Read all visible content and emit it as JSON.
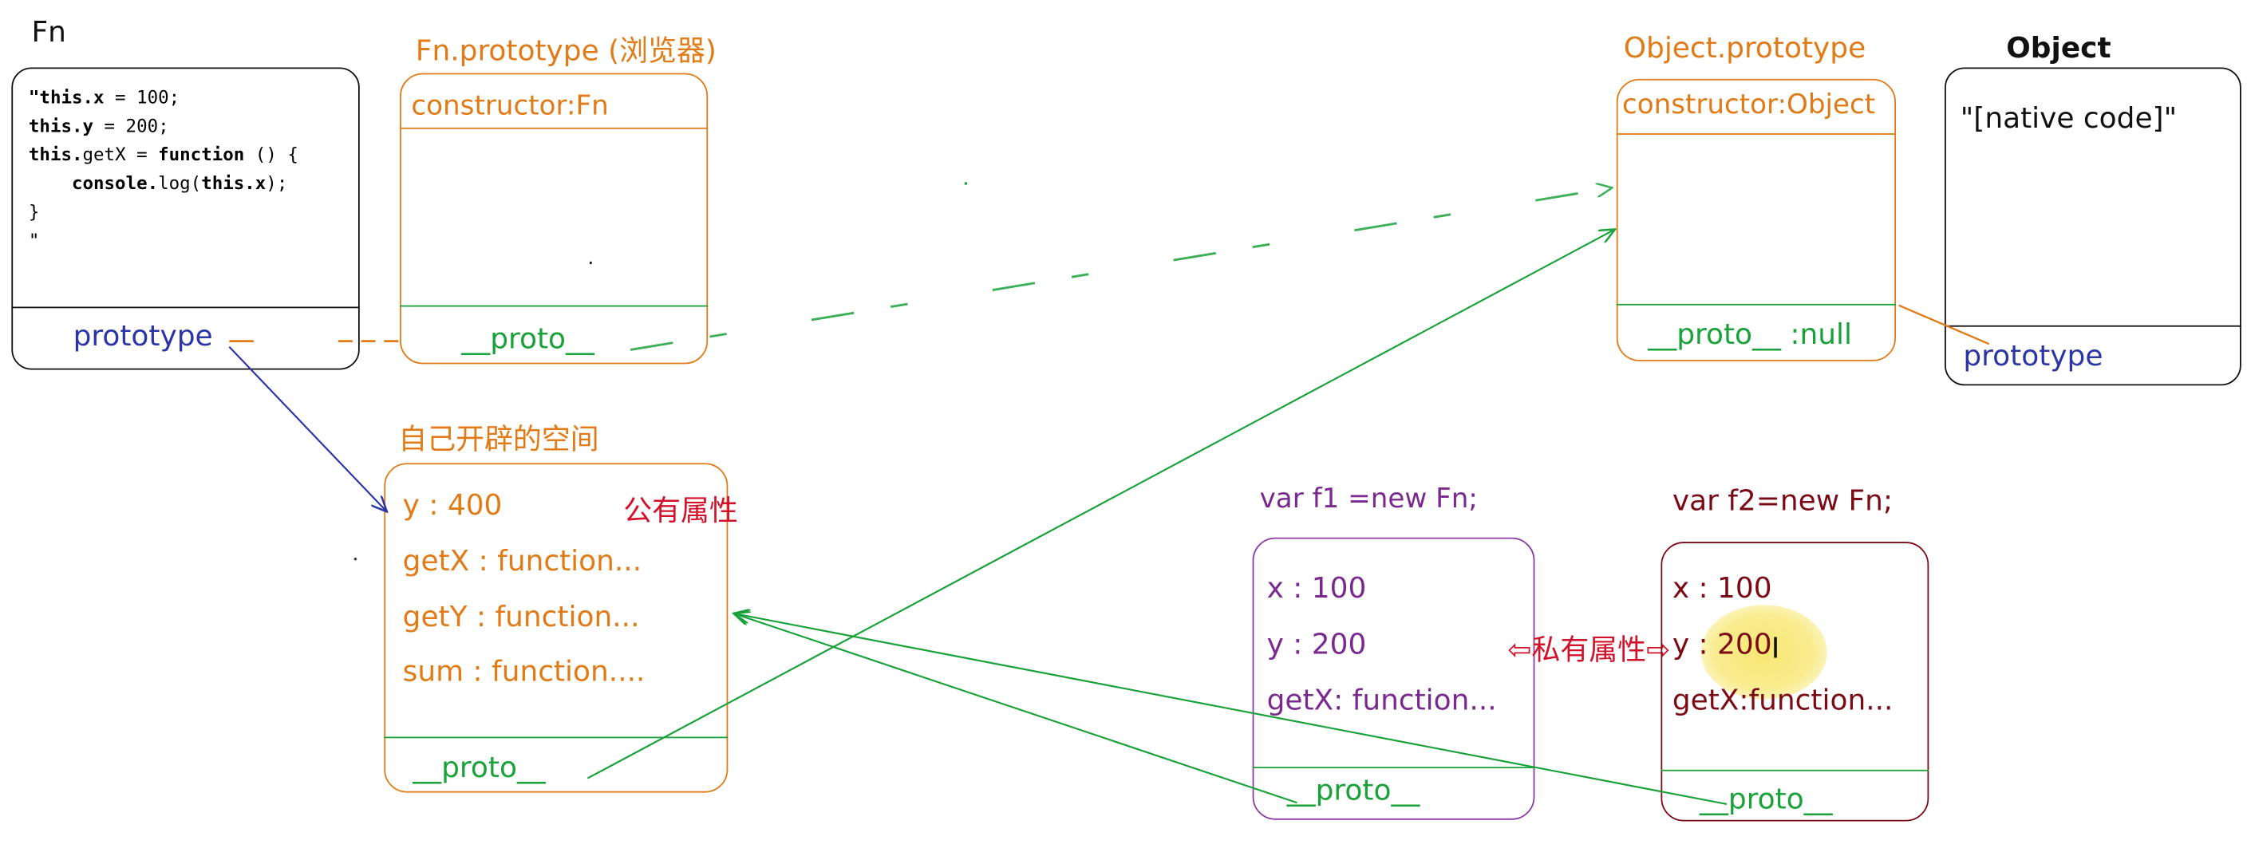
{
  "fn": {
    "title": "Fn",
    "code_lines": [
      "\"this.x = 100;",
      "this.y = 200;",
      "this.getX = function () {",
      "    console.log(this.x);",
      "}",
      "\""
    ],
    "prototype_label": "prototype"
  },
  "fn_prototype": {
    "title": "Fn.prototype (浏览器)",
    "constructor": "constructor:Fn",
    "proto": "__proto__"
  },
  "object_prototype": {
    "title": "Object.prototype",
    "constructor": "constructor:Object",
    "proto": "__proto__ :null"
  },
  "object": {
    "title": "Object",
    "native_code": "\"[native code]\"",
    "prototype_label": "prototype"
  },
  "own_space": {
    "title": "自己开辟的空间",
    "public_label": "公有属性",
    "items": [
      "y : 400",
      "getX : function...",
      "getY : function...",
      "sum : function...."
    ],
    "proto": "__proto__"
  },
  "f1": {
    "title": "var f1 =new Fn;",
    "items": [
      "x : 100",
      "y : 200",
      "getX: function..."
    ],
    "proto": "__proto__"
  },
  "f2": {
    "title": "var f2=new Fn;",
    "items": [
      "x : 100",
      "y : 200",
      "getX:function..."
    ],
    "proto": "__proto__"
  },
  "private_label": "私有属性",
  "colors": {
    "orange": "#e07b17",
    "green": "#1aa13a",
    "blue": "#2b35a6",
    "purple": "#7a2a8f",
    "maroon": "#7a0b16",
    "red": "#d2122a",
    "highlight": "#f7e66a"
  }
}
